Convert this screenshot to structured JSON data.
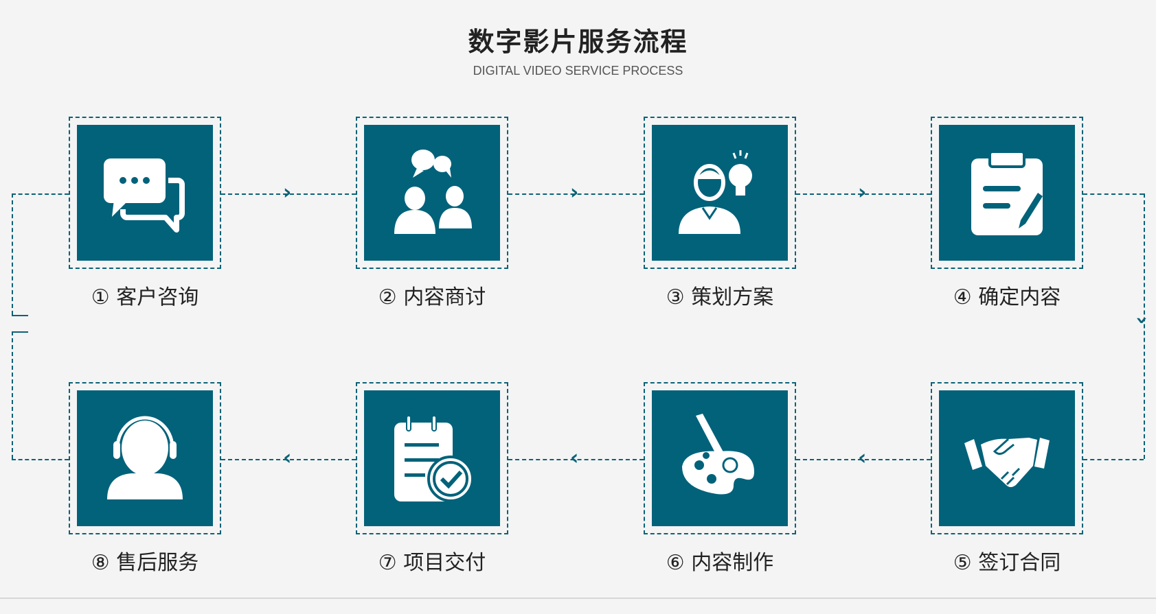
{
  "header": {
    "title": "数字影片服务流程",
    "subtitle": "DIGITAL VIDEO SERVICE PROCESS"
  },
  "accent_color": "#02627a",
  "steps": [
    {
      "label": "① 客户咨询",
      "icon": "chat-bubbles-icon"
    },
    {
      "label": "② 内容商讨",
      "icon": "people-discussion-icon"
    },
    {
      "label": "③ 策划方案",
      "icon": "person-idea-icon"
    },
    {
      "label": "④ 确定内容",
      "icon": "clipboard-edit-icon"
    },
    {
      "label": "⑤ 签订合同",
      "icon": "handshake-icon"
    },
    {
      "label": "⑥ 内容制作",
      "icon": "palette-icon"
    },
    {
      "label": "⑦ 项目交付",
      "icon": "checklist-icon"
    },
    {
      "label": "⑧ 售后服务",
      "icon": "headset-support-icon"
    }
  ]
}
